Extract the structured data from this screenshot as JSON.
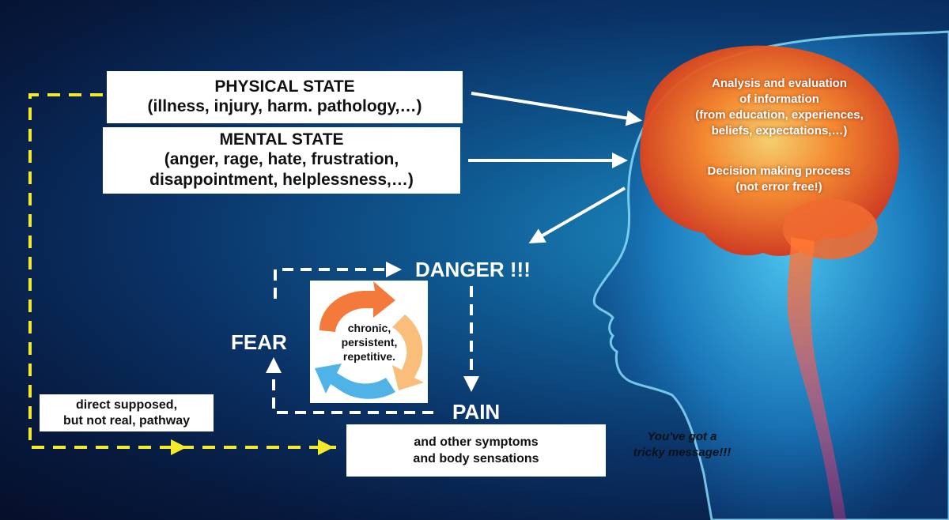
{
  "physical_state": {
    "title": "PHYSICAL STATE",
    "line1": "(illness, injury, harm. pathology,…)"
  },
  "mental_state": {
    "title": "MENTAL STATE",
    "line1": "(anger, rage, hate, frustration,",
    "line2": "disappointment, helplessness,…)"
  },
  "brain": {
    "analysis_lines": [
      "Analysis and evaluation",
      "of information",
      "(from education, experiences,",
      "beliefs, expectations,…)"
    ],
    "decision_lines": [
      "Decision making process",
      "(not error free!)"
    ]
  },
  "loop": {
    "danger": "DANGER !!!",
    "fear": "FEAR",
    "pain": "PAIN",
    "cycle_lines": [
      "chronic,",
      "persistent,",
      "repetitive."
    ]
  },
  "direct_pathway_lines": [
    "direct supposed,",
    "but not real, pathway"
  ],
  "symptoms_lines": [
    "and other symptoms",
    "and body sensations"
  ],
  "tricky_lines": [
    "You've got a",
    "tricky message!!!"
  ],
  "colors": {
    "yellow_arrow": "#f2ea2a",
    "white_arrow": "#ffffff",
    "cycle_orange": "#f47a3c",
    "cycle_peach": "#f9bf7a",
    "cycle_blue": "#4fb3e8"
  }
}
